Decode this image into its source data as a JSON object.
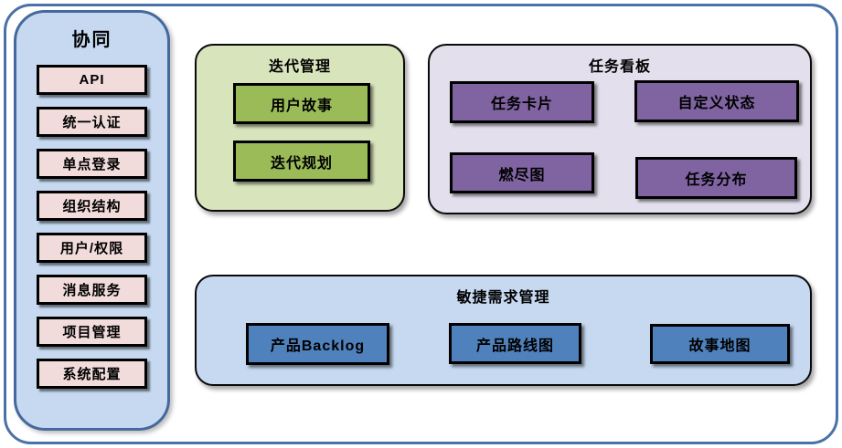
{
  "sidebar": {
    "title": "协同",
    "items": [
      {
        "label": "API"
      },
      {
        "label": "统一认证"
      },
      {
        "label": "单点登录"
      },
      {
        "label": "组织结构"
      },
      {
        "label": "用户/权限"
      },
      {
        "label": "消息服务"
      },
      {
        "label": "项目管理"
      },
      {
        "label": "系统配置"
      }
    ]
  },
  "iteration_group": {
    "title": "迭代管理",
    "items": [
      {
        "label": "用户故事"
      },
      {
        "label": "迭代规划"
      }
    ]
  },
  "task_board_group": {
    "title": "任务看板",
    "items": [
      {
        "label": "任务卡片"
      },
      {
        "label": "自定义状态"
      },
      {
        "label": "燃尽图"
      },
      {
        "label": "任务分布"
      }
    ]
  },
  "agile_requirements_group": {
    "title": "敏捷需求管理",
    "items": [
      {
        "label": "产品Backlog"
      },
      {
        "label": "产品路线图"
      },
      {
        "label": "故事地图"
      }
    ]
  },
  "colors": {
    "frame_border": "#4a72a8",
    "sidebar_fill": "#c6d9f1",
    "sidebar_border": "#44699c",
    "sidebar_item_fill": "#f2dcdb",
    "iteration_fill": "#d8e4bc",
    "iteration_item_fill": "#9bbb59",
    "task_board_fill": "#e4dfec",
    "task_board_item_fill": "#8064a2",
    "agile_fill": "#c6d9f1",
    "agile_item_fill": "#4f81bd",
    "box_border": "#000000",
    "text": "#000000"
  }
}
